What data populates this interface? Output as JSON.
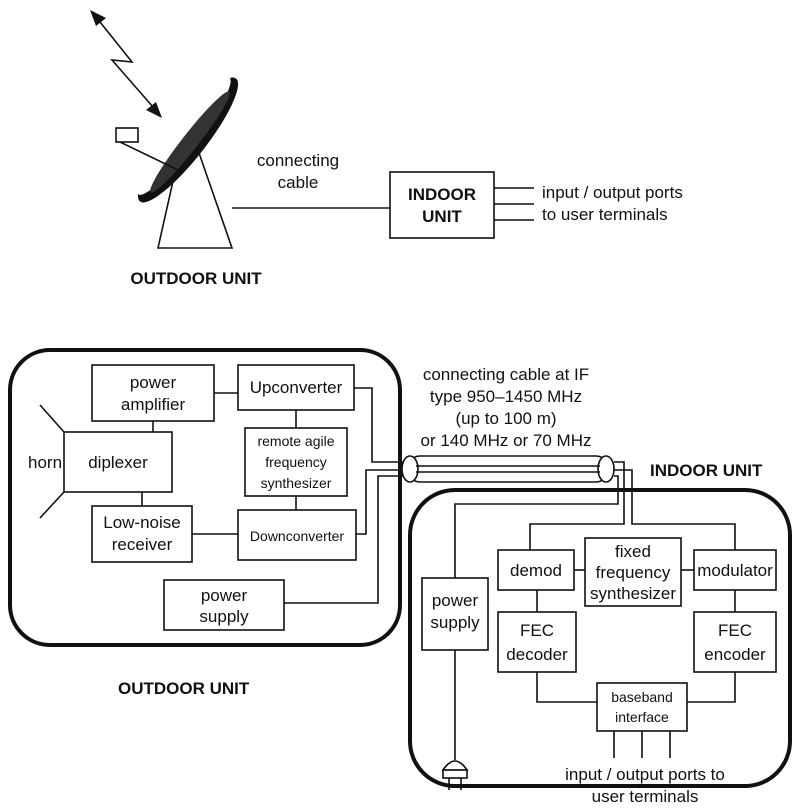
{
  "top": {
    "connecting_cable": [
      "connecting",
      "cable"
    ],
    "indoor_unit": [
      "INDOOR",
      "UNIT"
    ],
    "ports": [
      "input / output ports",
      "to user terminals"
    ],
    "outdoor_unit": "OUTDOOR UNIT"
  },
  "outdoor": {
    "power_amplifier": [
      "power",
      "amplifier"
    ],
    "upconverter": "Upconverter",
    "synthesizer": [
      "remote agile",
      "frequency",
      "synthesizer"
    ],
    "diplexer": "diplexer",
    "horn": "horn",
    "lna": [
      "Low-noise",
      "receiver"
    ],
    "downconverter": "Downconverter",
    "power_supply": [
      "power",
      "supply"
    ],
    "title": "OUTDOOR UNIT"
  },
  "cable": {
    "lines": [
      "connecting cable at IF",
      "type 950–1450 MHz",
      "(up to 100 m)",
      "or 140 MHz or 70 MHz"
    ]
  },
  "indoor": {
    "title": "INDOOR UNIT",
    "demod": "demod",
    "fixed_synth": [
      "fixed",
      "frequency",
      "synthesizer"
    ],
    "modulator": "modulator",
    "power_supply": [
      "power",
      "supply"
    ],
    "fec_decoder": [
      "FEC",
      "decoder"
    ],
    "fec_encoder": [
      "FEC",
      "encoder"
    ],
    "baseband": [
      "baseband",
      "interface"
    ],
    "ports": [
      "input / output ports to",
      "user terminals"
    ]
  }
}
